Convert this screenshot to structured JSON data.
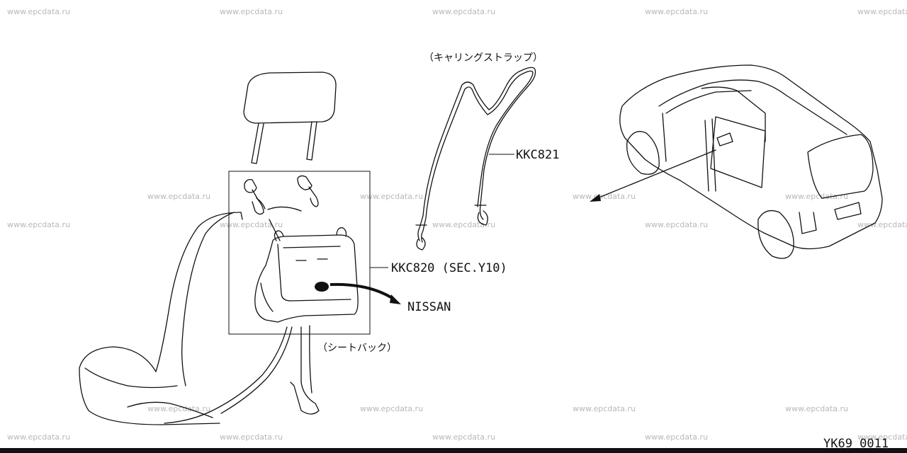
{
  "watermark": "www.epcdata.ru",
  "labels": {
    "carrying_strap": "（キャリングストラップ）",
    "part_kkc821": "KKC821",
    "part_kkc820": "KKC820 (SEC.Y10)",
    "nissan": "NISSAN",
    "seat_back": "（シートバック）",
    "drawing_code": "YK69 0011"
  }
}
